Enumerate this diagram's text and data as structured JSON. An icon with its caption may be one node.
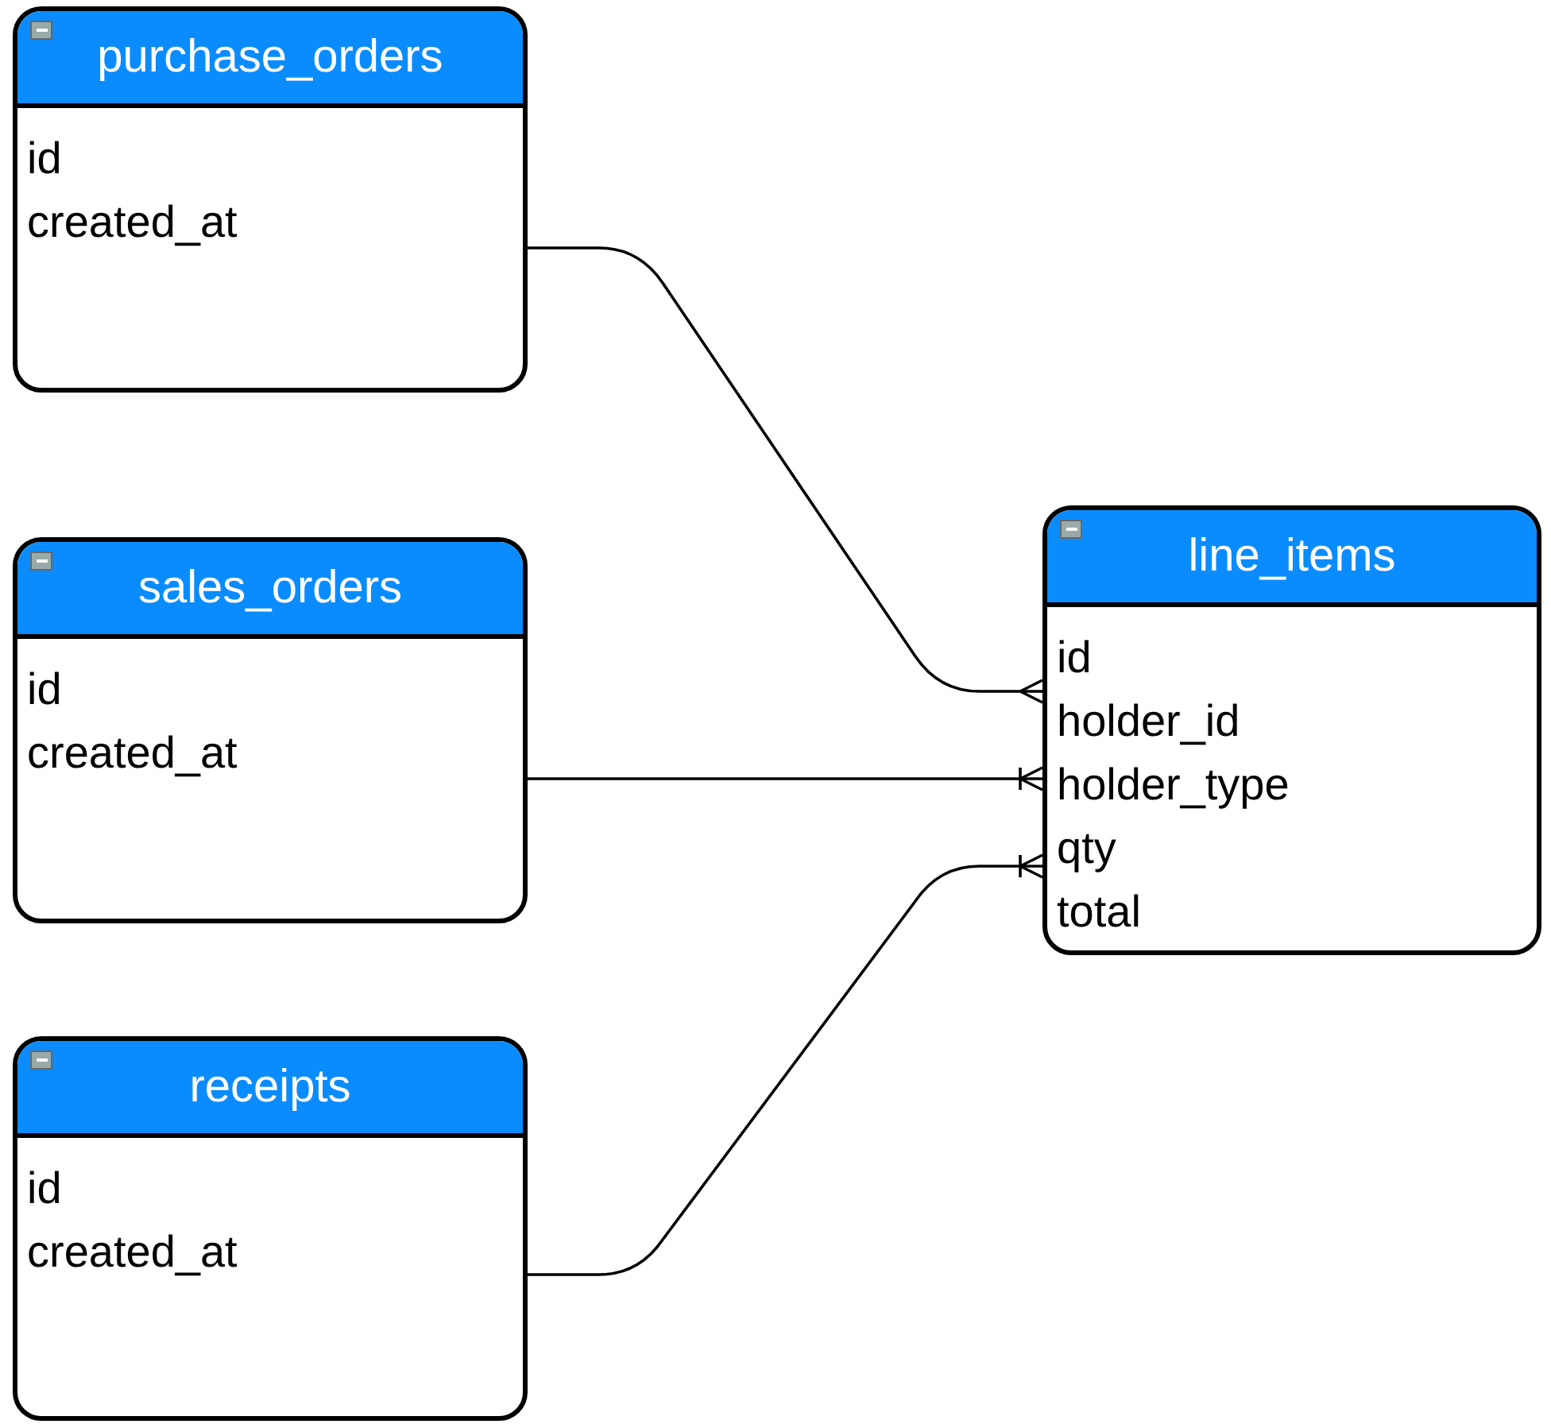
{
  "diagram": {
    "nodes": [
      {
        "text": [
          "purchase_orders",
          "id",
          "created_at"
        ]
      },
      {
        "text": [
          "sales_orders",
          "id",
          "created_at"
        ]
      },
      {
        "text": [
          "receipts",
          "id",
          "created_at"
        ]
      },
      {
        "text": [
          "line_items",
          "id",
          "holder_id",
          "holder_type",
          "qty",
          "total"
        ]
      }
    ],
    "edges": [
      {
        "from": 0,
        "to": 3,
        "arrow": "other"
      },
      {
        "from": 1,
        "to": 3,
        "arrow": "other"
      },
      {
        "from": 2,
        "to": 3,
        "arrow": "other"
      }
    ]
  }
}
